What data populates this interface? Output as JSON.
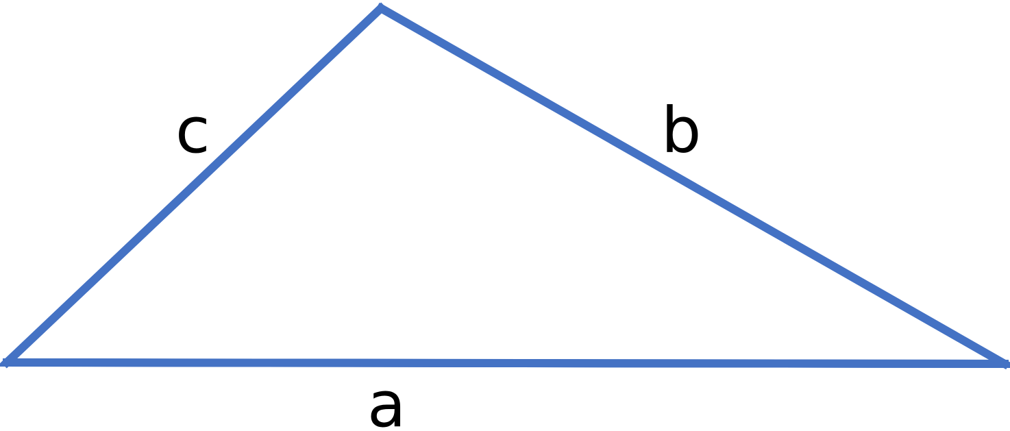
{
  "diagram": {
    "shape": "triangle",
    "stroke_color": "#4472C4",
    "label_color": "#000000",
    "labels": {
      "a": "a",
      "b": "b",
      "c": "c"
    }
  }
}
